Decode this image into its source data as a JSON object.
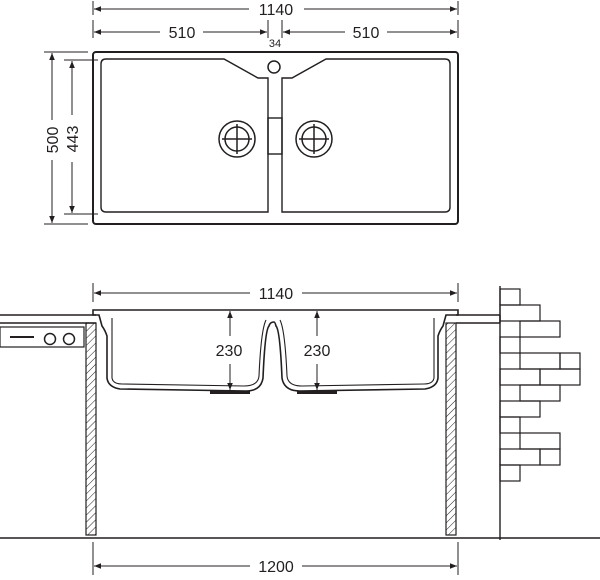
{
  "top_view": {
    "overall_width": "1140",
    "bowl_width_left": "510",
    "bowl_width_right": "510",
    "divider_width": "34",
    "overall_depth": "500",
    "bowl_depth": "443"
  },
  "section_view": {
    "overall_width": "1140",
    "bowl_height_left": "230",
    "bowl_height_right": "230",
    "cabinet_width": "1200"
  },
  "colors": {
    "line": "#231f20",
    "hatch": "#231f20",
    "background": "#ffffff",
    "drain_plug": "#231f20"
  },
  "icons": {
    "drain": "drain-strainer-icon",
    "tap_hole": "tap-hole-icon",
    "hob": "cooktop-burner-icon",
    "wall": "brick-wall-icon"
  }
}
